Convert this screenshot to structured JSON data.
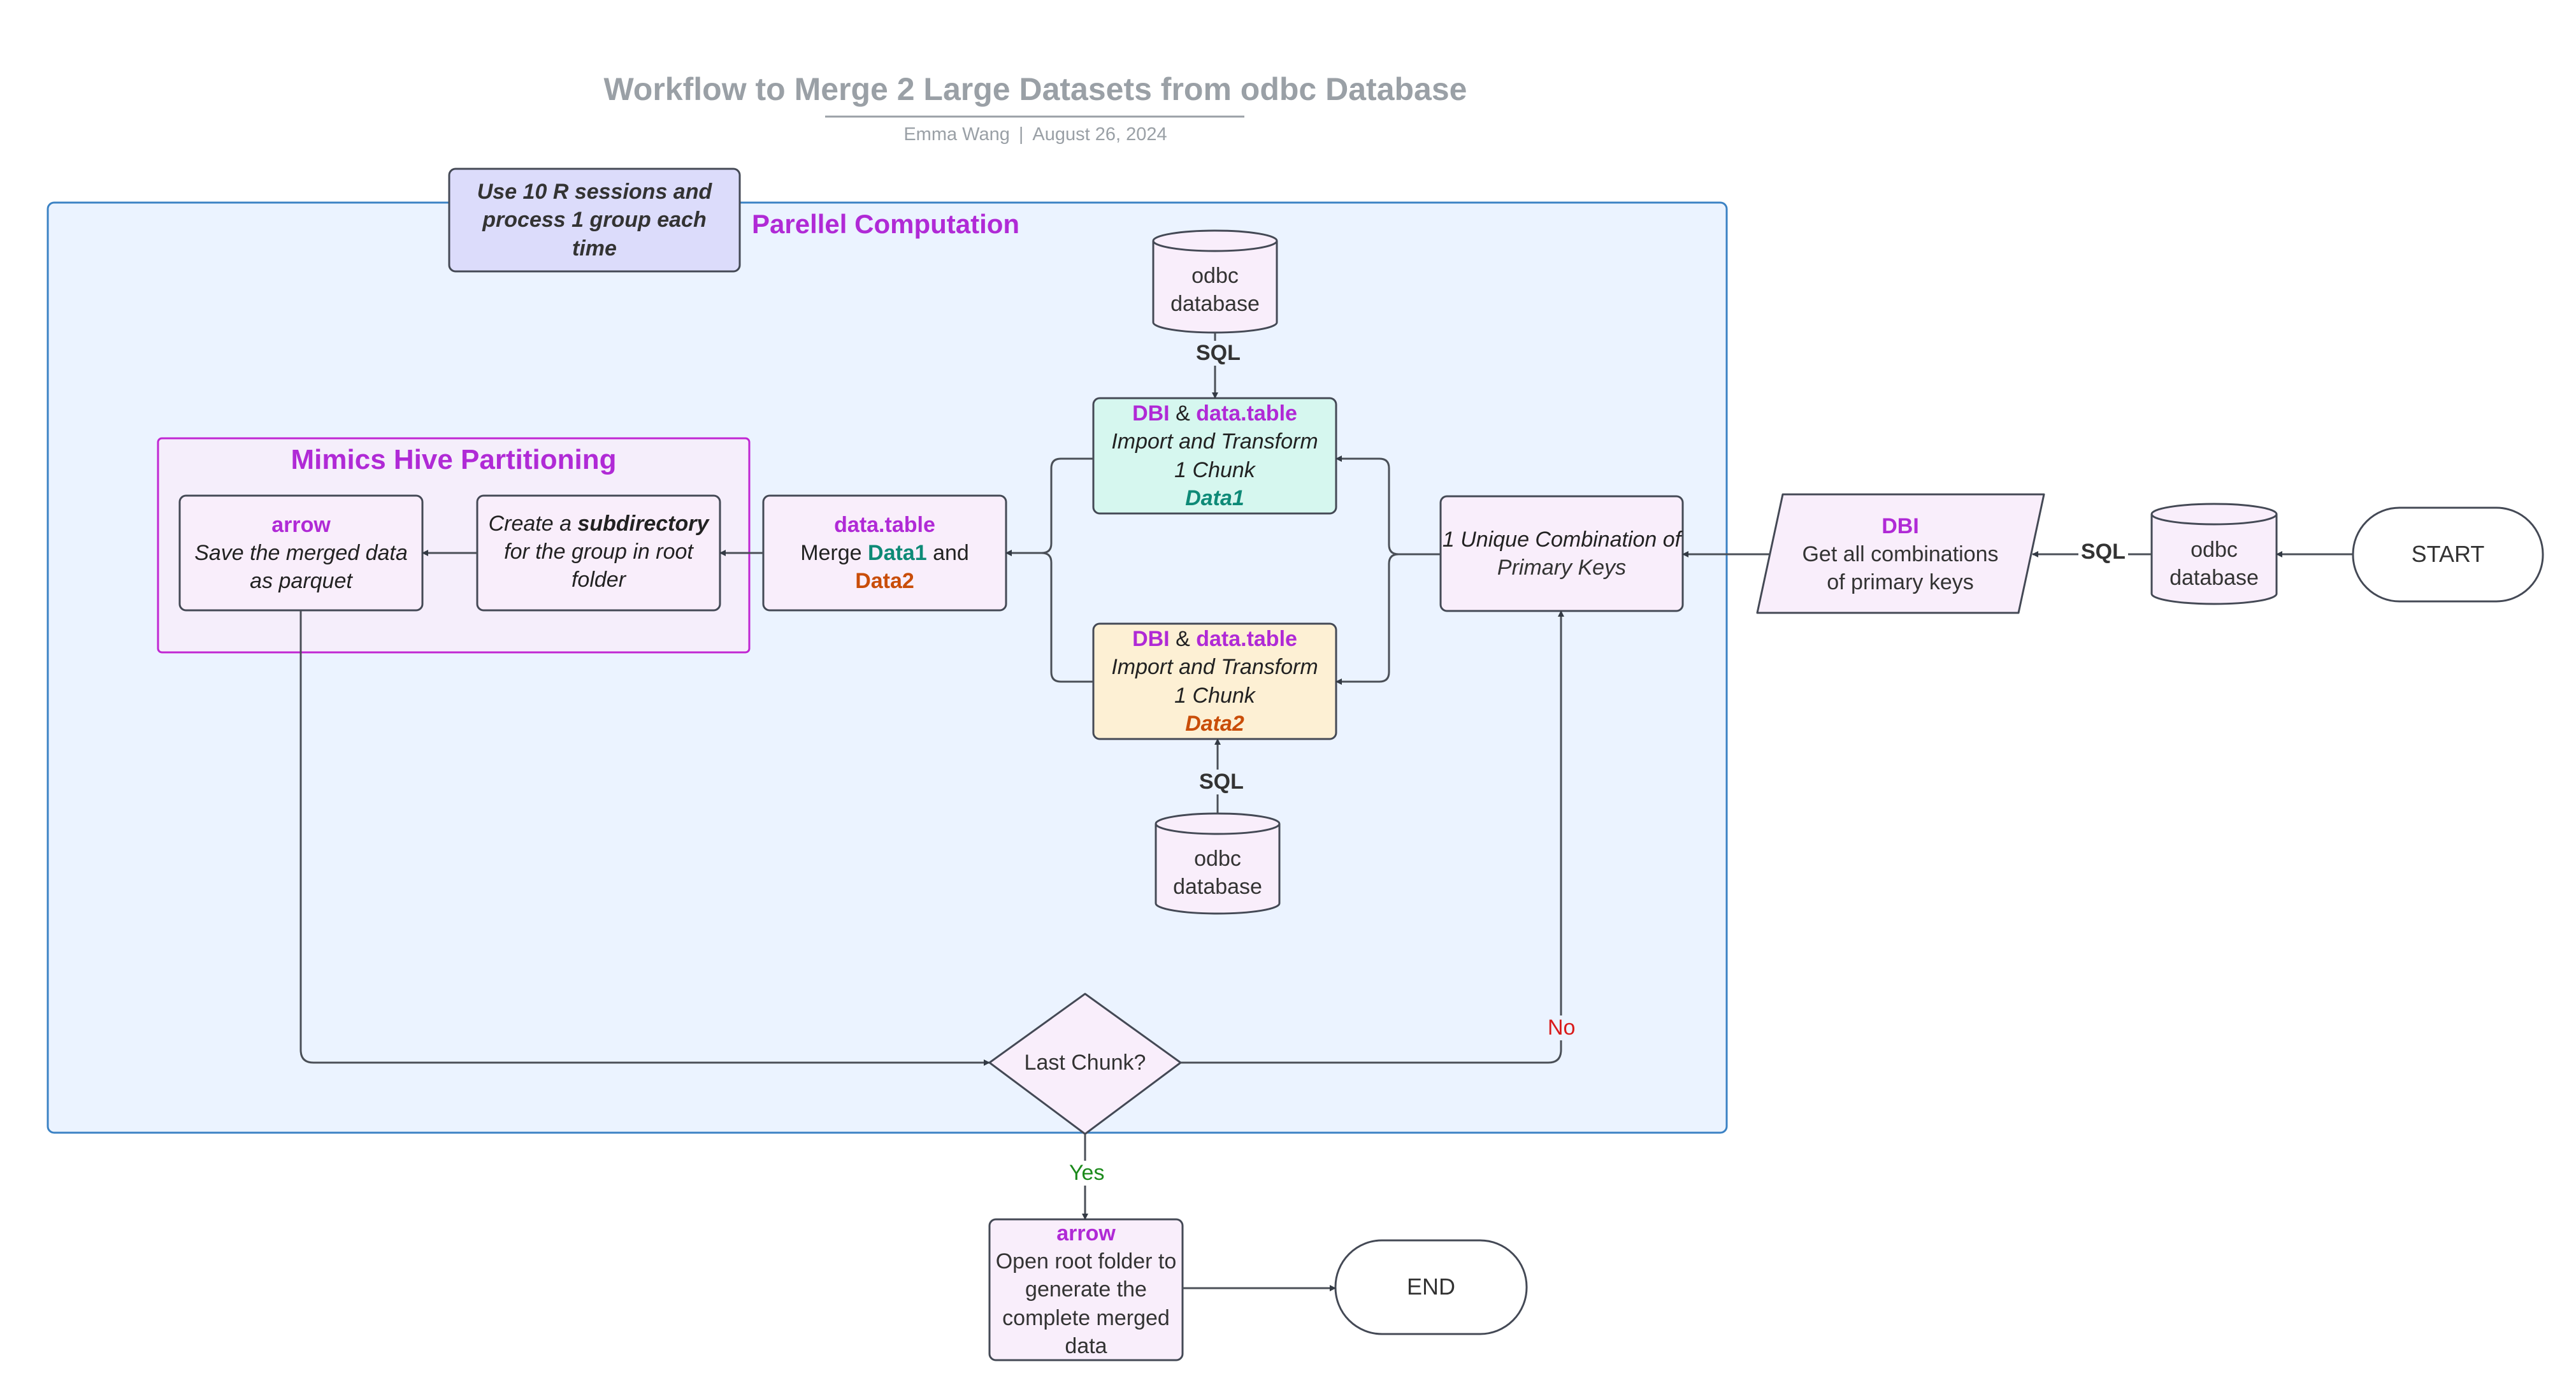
{
  "header": {
    "title": "Workflow to Merge 2 Large Datasets from odbc Database",
    "author": "Emma Wang",
    "separator": "|",
    "date": "August 26, 2024"
  },
  "containers": {
    "parallel_title": "Parellel Computation",
    "hive_title": "Mimics Hive Partitioning"
  },
  "note": {
    "text": "Use 10 R sessions and process 1 group each time"
  },
  "nodes": {
    "start": "START",
    "end": "END",
    "db_right": "odbc database",
    "db_top": "odbc database",
    "db_bottom": "odbc database",
    "get_keys": {
      "pkg": "DBI",
      "text": "Get all combinations of primary keys"
    },
    "unique_combo": {
      "line1": "1 Unique Combination of",
      "line2": "Primary Keys"
    },
    "import1": {
      "pkg1": "DBI",
      "amp": "&",
      "pkg2": "data.table",
      "line1": "Import and Transform",
      "line2": "1 Chunk",
      "data": "Data1"
    },
    "import2": {
      "pkg1": "DBI",
      "amp": "&",
      "pkg2": "data.table",
      "line1": "Import and Transform",
      "line2": "1 Chunk",
      "data": "Data2"
    },
    "merge": {
      "pkg": "data.table",
      "merge_word": "Merge",
      "data1": "Data1",
      "and_word": "and",
      "data2": "Data2"
    },
    "subdir": {
      "pre": "Create a",
      "bold": "subdirectory",
      "post": "for the group in root folder"
    },
    "save": {
      "pkg": "arrow",
      "text": "Save the merged data as parquet"
    },
    "decision": "Last Chunk?",
    "open_root": {
      "pkg": "arrow",
      "text": "Open root folder to generate the complete merged data"
    }
  },
  "edge_labels": {
    "sql_right": "SQL",
    "sql_top": "SQL",
    "sql_bottom": "SQL",
    "no": "No",
    "yes": "Yes"
  },
  "colors": {
    "title_gray": "#9aa0a6",
    "purple": "#b02ad6",
    "teal": "#0e8a77",
    "orange": "#c94d08",
    "no_red": "#d91a1a",
    "yes_green": "#1b8a1b",
    "container_fill": "#ebf3ff",
    "container_stroke": "#3b82c4",
    "hive_fill": "#f5eefb",
    "hive_stroke": "#c026d3",
    "node_fill": "#f9eefb",
    "import1_fill": "#d6f7ef",
    "import2_fill": "#fdf0d4",
    "note_fill": "#dcdcfb"
  }
}
